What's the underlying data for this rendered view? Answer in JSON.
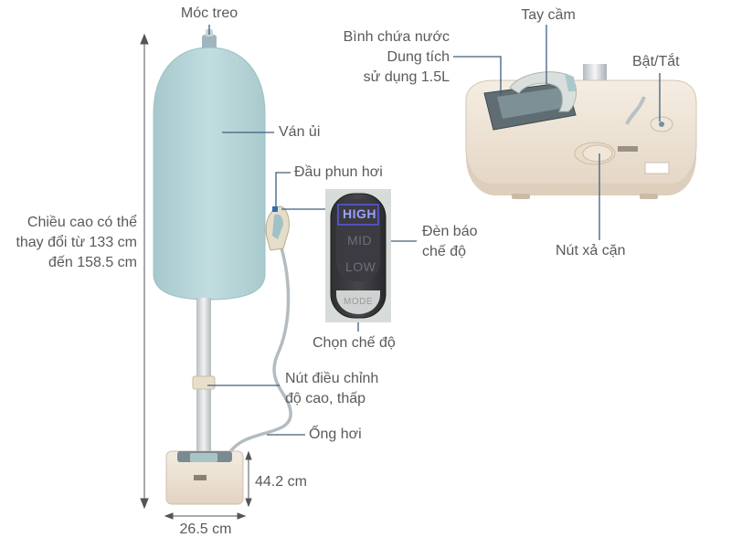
{
  "labels": {
    "hook": "Móc treo",
    "board": "Ván ủi",
    "nozzle": "Đầu phun hơi",
    "height_line1": "Chiều cao có thể",
    "height_line2": "thay đổi từ 133 cm",
    "height_line3": "đến 158.5 cm",
    "indicator_line1": "Đèn báo",
    "indicator_line2": "chế độ",
    "mode_select": "Chọn chế độ",
    "adjust_line1": "Nút điều chỉnh",
    "adjust_line2": "độ cao, thấp",
    "hose": "Ống hơi",
    "base_height": "44.2 cm",
    "base_width": "26.5 cm",
    "handle": "Tay cầm",
    "tank_line1": "Bình chứa nước",
    "tank_line2": "Dung tích",
    "tank_line3": "sử dụng 1.5L",
    "power": "Bật/Tắt",
    "descale": "Nút xả cặn"
  },
  "control_panel": {
    "high": "HIGH",
    "mid": "MID",
    "low": "LOW",
    "mode": "MODE"
  },
  "colors": {
    "board": "#b5d4d8",
    "body": "#efe4d6",
    "line": "#3d5f7c",
    "accent_high": "#5b5cf0"
  }
}
